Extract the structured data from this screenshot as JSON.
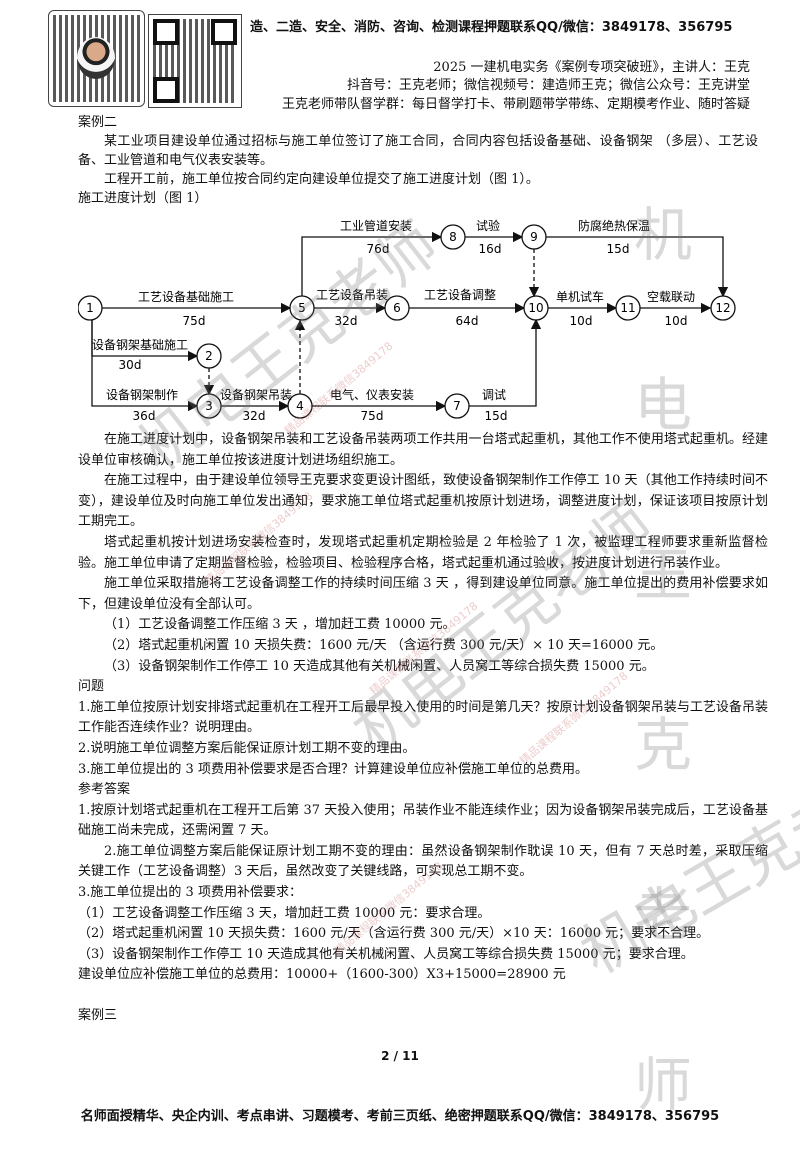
{
  "header": {
    "ad_line": "造、二造、安全、消防、咨询、检测课程押题联系QQ/微信：3849178、356795",
    "line1": "2025 一建机电实务《案例专项突破班》，主讲人：王克",
    "line2": "抖音号：王克老师；微信视频号：建造师王克；微信公众号：王克讲堂",
    "line3": "王克老师带队督学群：每日督学打卡、带刷题带学带练、定期模考作业、随时答疑"
  },
  "case_title": "案例二",
  "intro": [
    "某工业项目建设单位通过招标与施工单位签订了施工合同，合同内容包括设备基础、设备钢架 （多层）、工艺设备、工业管道和电气仪表安装等。",
    "工程开工前，施工单位按合同约定向建设单位提交了施工进度计划（图 1）。"
  ],
  "figure_caption": "施工进度计划（图 1）",
  "network": {
    "nodes": [
      "1",
      "2",
      "3",
      "4",
      "5",
      "6",
      "7",
      "8",
      "9",
      "10",
      "11",
      "12"
    ],
    "activities": [
      {
        "name": "工艺设备基础施工",
        "duration": "75d"
      },
      {
        "name": "设备钢架基础施工",
        "duration": "30d"
      },
      {
        "name": "设备钢架制作",
        "duration": "36d"
      },
      {
        "name": "设备钢架吊装",
        "duration": "32d"
      },
      {
        "name": "电气、仪表安装",
        "duration": "75d"
      },
      {
        "name": "调试",
        "duration": "15d"
      },
      {
        "name": "工艺设备吊装",
        "duration": "32d"
      },
      {
        "name": "工艺设备调整",
        "duration": "64d"
      },
      {
        "name": "工业管道安装",
        "duration": "76d"
      },
      {
        "name": "试验",
        "duration": "16d"
      },
      {
        "name": "防腐绝热保温",
        "duration": "15d"
      },
      {
        "name": "单机试车",
        "duration": "10d"
      },
      {
        "name": "空载联动",
        "duration": "10d"
      }
    ]
  },
  "body": [
    "在施工进度计划中，设备钢架吊装和工艺设备吊装两项工作共用一台塔式起重机，其他工作不使用塔式起重机。经建设单位审核确认，施工单位按该进度计划进场组织施工。",
    "在施工过程中，由于建设单位领导王克要求变更设计图纸，致使设备钢架制作工作停工 10 天（其他工作持续时间不变），建设单位及时向施工单位发出通知，要求施工单位塔式起重机按原计划进场，调整进度计划，保证该项目按原计划工期完工。",
    "塔式起重机按计划进场安装检查时，发现塔式起重机定期检验是 2 年检验了 1 次，被监理工程师要求重新监督检验。施工单位申请了定期监督检验，检验项目、检验程序合格，塔式起重机通过验收，按进度计划进行吊装作业。",
    "施工单位采取措施将工艺设备调整工作的持续时间压缩 3 天 ，得到建设单位同意。施工单位提出的费用补偿要求如下，但建设单位没有全部认可。"
  ],
  "claims": [
    "（1）工艺设备调整工作压缩 3 天 ，增加赶工费 10000 元。",
    "（2）塔式起重机闲置 10 天损失费：1600 元/天 （含运行费 300 元/天）× 10 天=16000 元。",
    "（3）设备钢架制作工作停工 10 天造成其他有关机械闲置、人员窝工等综合损失费 15000 元。"
  ],
  "questions_title": "问题",
  "questions": [
    "1.施工单位按原计划安排塔式起重机在工程开工后最早投入使用的时间是第几天？按原计划设备钢架吊装与工艺设备吊装工作能否连续作业？说明理由。",
    "2.说明施工单位调整方案后能保证原计划工期不变的理由。",
    "3.施工单位提出的 3 项费用补偿要求是否合理？计算建设单位应补偿施工单位的总费用。"
  ],
  "answers_title": "参考答案",
  "answers": [
    "1.按原计划塔式起重机在工程开工后第 37 天投入使用；吊装作业不能连续作业；因为设备钢架吊装完成后，工艺设备基础施工尚未完成，还需闲置 7 天。",
    "2.施工单位调整方案后能保证原计划工期不变的理由：虽然设备钢架制作耽误 10 天，但有 7 天总时差，采取压缩关键工作（工艺设备调整）3 天后，虽然改变了关键线路，可实现总工期不变。",
    "3.施工单位提出的 3 项费用补偿要求："
  ],
  "answer_items": [
    "（1）工艺设备调整工作压缩 3 天，增加赶工费 10000 元：要求合理。",
    "（2）塔式起重机闲置 10 天损失费：1600 元/天（含运行费 300 元/天）×10 天：16000 元；要求不合理。",
    "（3）设备钢架制作工作停工 10 天造成其他有关机械闲置、人员窝工等综合损失费 15000 元；要求合理。"
  ],
  "total": "建设单位应补偿施工单位的总费用：10000+（1600-300）X3+15000=28900 元",
  "next_case": "案例三",
  "page_number": "2 / 11",
  "footer": "名师面授精华、央企内训、考点串讲、习题模考、考前三页纸、绝密押题联系QQ/微信：3849178、356795",
  "watermark_text": "机电王克老师",
  "watermark_side": [
    "机",
    "电",
    "王",
    "克",
    "老",
    "师"
  ],
  "stamp_text": "精品课程联系微信3849178"
}
